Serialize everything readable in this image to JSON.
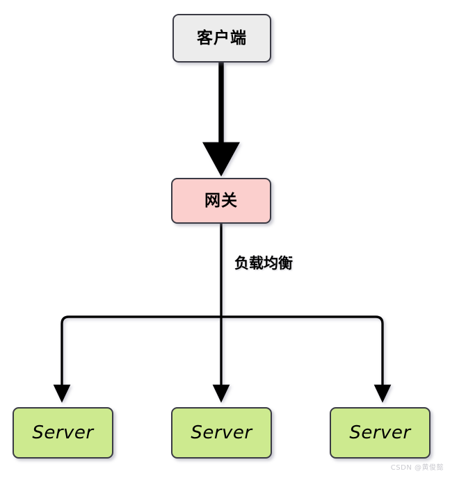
{
  "diagram": {
    "type": "flowchart",
    "direction": "top-down",
    "title": "",
    "nodes": [
      {
        "id": "client",
        "label": "客户端",
        "shape": "rounded-rectangle",
        "fill": "#ececec",
        "stroke": "#3a3a44"
      },
      {
        "id": "gateway",
        "label": "网关",
        "shape": "rounded-rectangle",
        "fill": "#fbcfcd",
        "stroke": "#3a3a44"
      },
      {
        "id": "server1",
        "label": "Server",
        "shape": "rounded-rectangle",
        "fill": "#cdea8f",
        "stroke": "#3a3a44"
      },
      {
        "id": "server2",
        "label": "Server",
        "shape": "rounded-rectangle",
        "fill": "#cdea8f",
        "stroke": "#3a3a44"
      },
      {
        "id": "server3",
        "label": "Server",
        "shape": "rounded-rectangle",
        "fill": "#cdea8f",
        "stroke": "#3a3a44"
      }
    ],
    "edges": [
      {
        "from": "client",
        "to": "server1",
        "label": "",
        "arrow": "solid-triangle",
        "thick": true
      },
      {
        "from": "gateway",
        "to": "server1",
        "label": "负载均衡",
        "arrow": "solid-triangle",
        "thick": false
      },
      {
        "from": "gateway",
        "to": "server2",
        "label": "",
        "arrow": "solid-triangle",
        "thick": false
      },
      {
        "from": "gateway",
        "to": "server3",
        "label": "",
        "arrow": "solid-triangle",
        "thick": false
      }
    ],
    "edge_labels": {
      "load_balance": "负载均衡"
    },
    "colors": {
      "line": "#000000",
      "node_stroke": "#3a3a44",
      "client_fill": "#ececec",
      "gateway_fill": "#fbcfcd",
      "server_fill": "#cdea8f",
      "background": "#ffffff",
      "watermark": "#c9c9cf"
    }
  },
  "watermark": {
    "text": "CSDN @黄俊懿"
  }
}
